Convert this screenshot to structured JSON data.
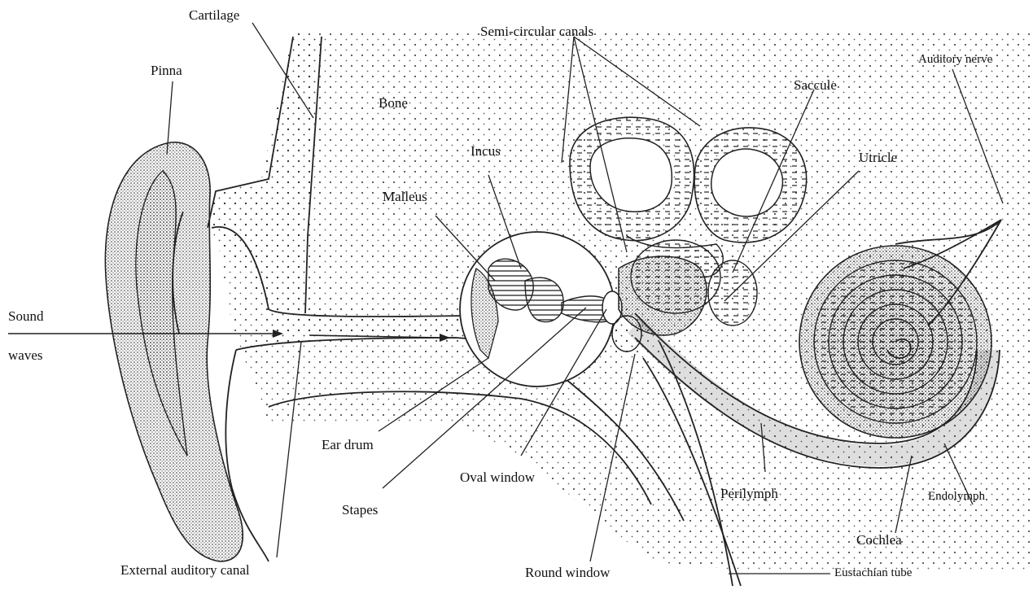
{
  "labels": {
    "cartilage": "Cartilage",
    "pinna": "Pinna",
    "bone": "Bone",
    "semicircular": "Semi-circular canals",
    "auditory_nerve": "Auditory nerve",
    "saccule": "Saccule",
    "incus": "Incus",
    "utricle": "Utricle",
    "malleus": "Malleus",
    "sound": "Sound",
    "waves": "waves",
    "ear_drum": "Ear drum",
    "oval_window": "Oval window",
    "stapes": "Stapes",
    "perilymph": "Perilymph",
    "endolymph": "Endolymph",
    "cochlea": "Cochlea",
    "external_canal": "External auditory canal",
    "round_window": "Round window",
    "eustachian": "Eustachian tube"
  }
}
